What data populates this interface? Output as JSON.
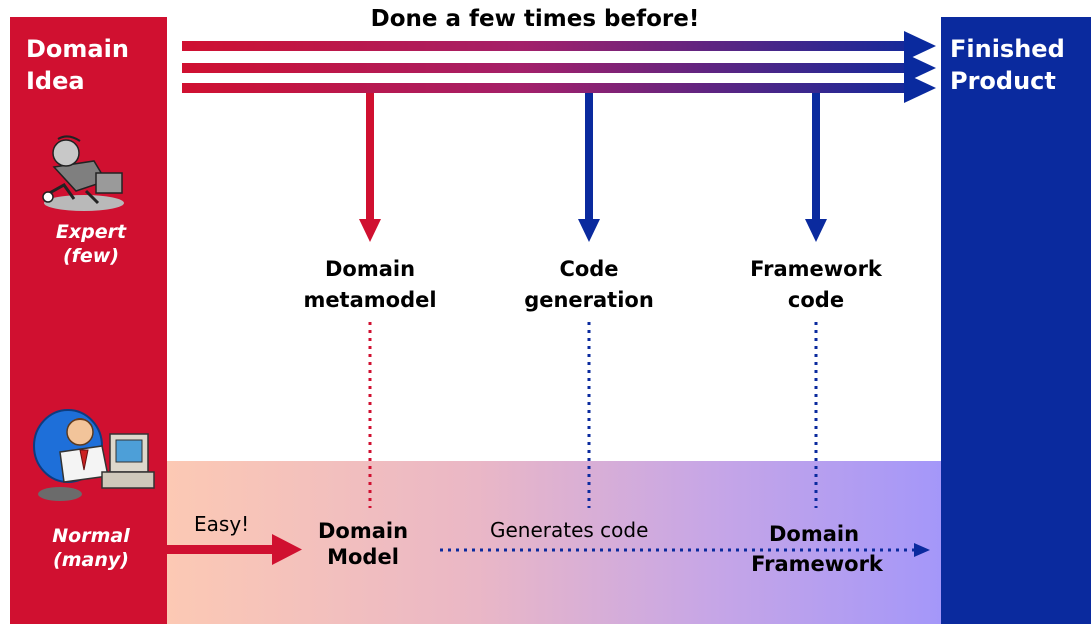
{
  "header": {
    "title": "Done a few times before!"
  },
  "left": {
    "title_line1": "Domain",
    "title_line2": "Idea"
  },
  "right": {
    "title_line1": "Finished",
    "title_line2": "Product"
  },
  "roles": {
    "expert_line1": "Expert",
    "expert_line2": "(few)",
    "normal_line1": "Normal",
    "normal_line2": "(many)"
  },
  "top_labels": [
    {
      "line1": "Domain",
      "line2": "metamodel"
    },
    {
      "line1": "Code",
      "line2": "generation"
    },
    {
      "line1": "Framework",
      "line2": "code"
    }
  ],
  "bottom": {
    "easy": "Easy!",
    "model_line1": "Domain",
    "model_line2": "Model",
    "generates": "Generates code",
    "framework_line1": "Domain",
    "framework_line2": "Framework"
  },
  "colors": {
    "red": "#d01030",
    "blue": "#0a2a9e",
    "gradient_start": "#fcc9b4",
    "gradient_end": "#a497f9"
  },
  "icons": [
    "running-expert-icon",
    "computer-user-icon"
  ]
}
